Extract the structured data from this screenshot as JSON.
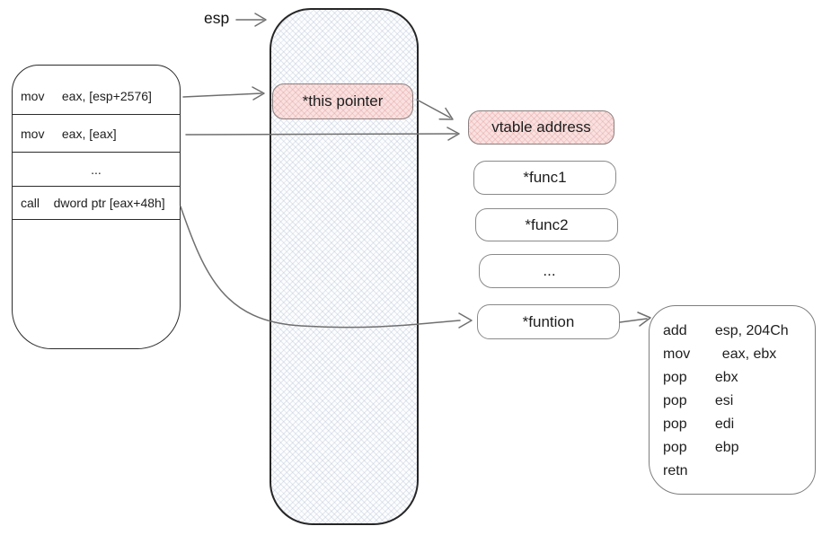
{
  "esp_label": "esp",
  "caller_box": {
    "rows": [
      "mov     eax, [esp+2576]",
      "mov     eax, [eax]",
      "...",
      "call    dword ptr [eax+48h]"
    ]
  },
  "stack": {
    "this_pointer_label": "*this pointer"
  },
  "vtable": {
    "address_label": "vtable address",
    "entries": [
      "*func1",
      "*func2",
      "...",
      "*funtion"
    ]
  },
  "function_box": {
    "lines": [
      "add       esp, 204Ch",
      "mov        eax, ebx",
      "pop       ebx",
      "pop       esi",
      "pop       edi",
      "pop       ebp",
      "retn"
    ]
  },
  "colors": {
    "highlight_fill": "#f9e1e0",
    "highlight_hatch": "#db8b8b",
    "stack_fill": "#fcfdfe",
    "stack_hatch": "#aab6cc",
    "border_dark": "#2b2b2b",
    "border_gray": "#8a8a8a",
    "arrow": "#6f6f6f",
    "text": "#1e1e1e"
  }
}
